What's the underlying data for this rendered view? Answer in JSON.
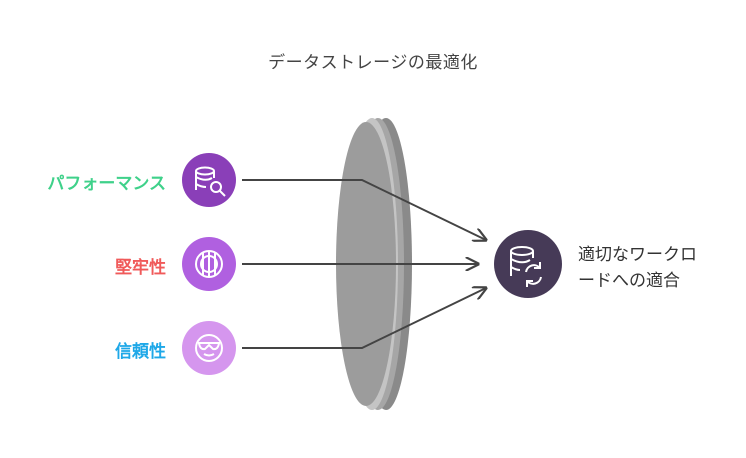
{
  "title": "データストレージの最適化",
  "inputs": [
    {
      "label": "パフォーマンス",
      "color": "#3fd18a",
      "circle": "#8a3fb8",
      "icon": "database-search-icon"
    },
    {
      "label": "堅牢性",
      "color": "#f05a5a",
      "circle": "#b060e0",
      "icon": "shield-grid-icon"
    },
    {
      "label": "信頼性",
      "color": "#1ea8e8",
      "circle": "#d596ee",
      "icon": "sunglasses-face-icon"
    }
  ],
  "output": {
    "line1": "適切なワークロ",
    "line2": "ードへの適合",
    "circle": "#463a57",
    "icon": "database-sync-icon"
  }
}
